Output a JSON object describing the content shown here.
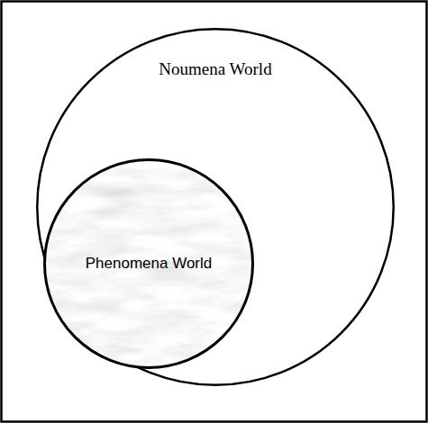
{
  "diagram": {
    "nodes": [
      {
        "text": [
          "Noumena World"
        ]
      },
      {
        "text": [
          "Phenomena World"
        ],
        "in": 0
      }
    ]
  }
}
